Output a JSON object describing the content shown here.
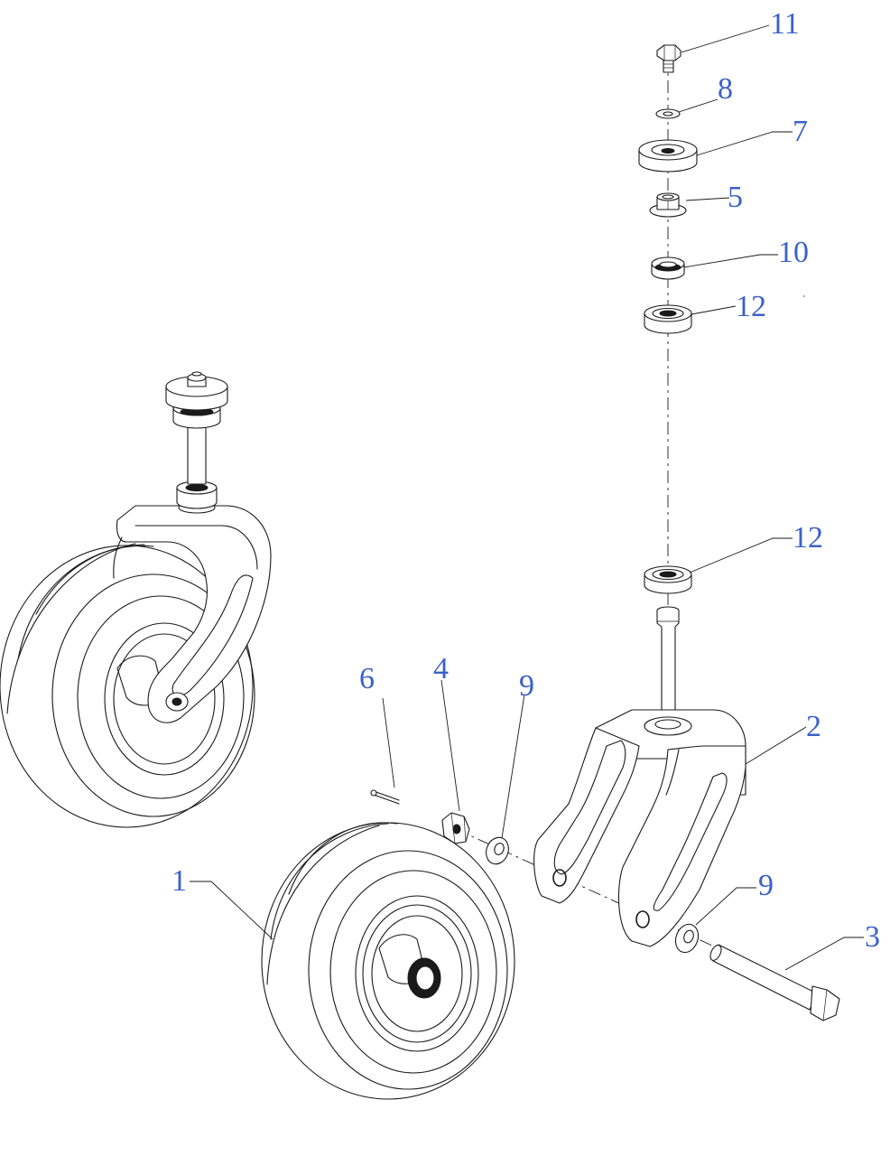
{
  "colors": {
    "callout": "#3b62c9",
    "line": "#1a1a1a",
    "background": "#ffffff"
  },
  "callouts": [
    {
      "id": "c11",
      "label": "11"
    },
    {
      "id": "c8",
      "label": "8"
    },
    {
      "id": "c7",
      "label": "7"
    },
    {
      "id": "c5",
      "label": "5"
    },
    {
      "id": "c10",
      "label": "10"
    },
    {
      "id": "c12a",
      "label": "12"
    },
    {
      "id": "c12b",
      "label": "12"
    },
    {
      "id": "c2",
      "label": "2"
    },
    {
      "id": "c6",
      "label": "6"
    },
    {
      "id": "c4",
      "label": "4"
    },
    {
      "id": "c9a",
      "label": "9"
    },
    {
      "id": "c9b",
      "label": "9"
    },
    {
      "id": "c1",
      "label": "1"
    },
    {
      "id": "c3",
      "label": "3"
    }
  ]
}
